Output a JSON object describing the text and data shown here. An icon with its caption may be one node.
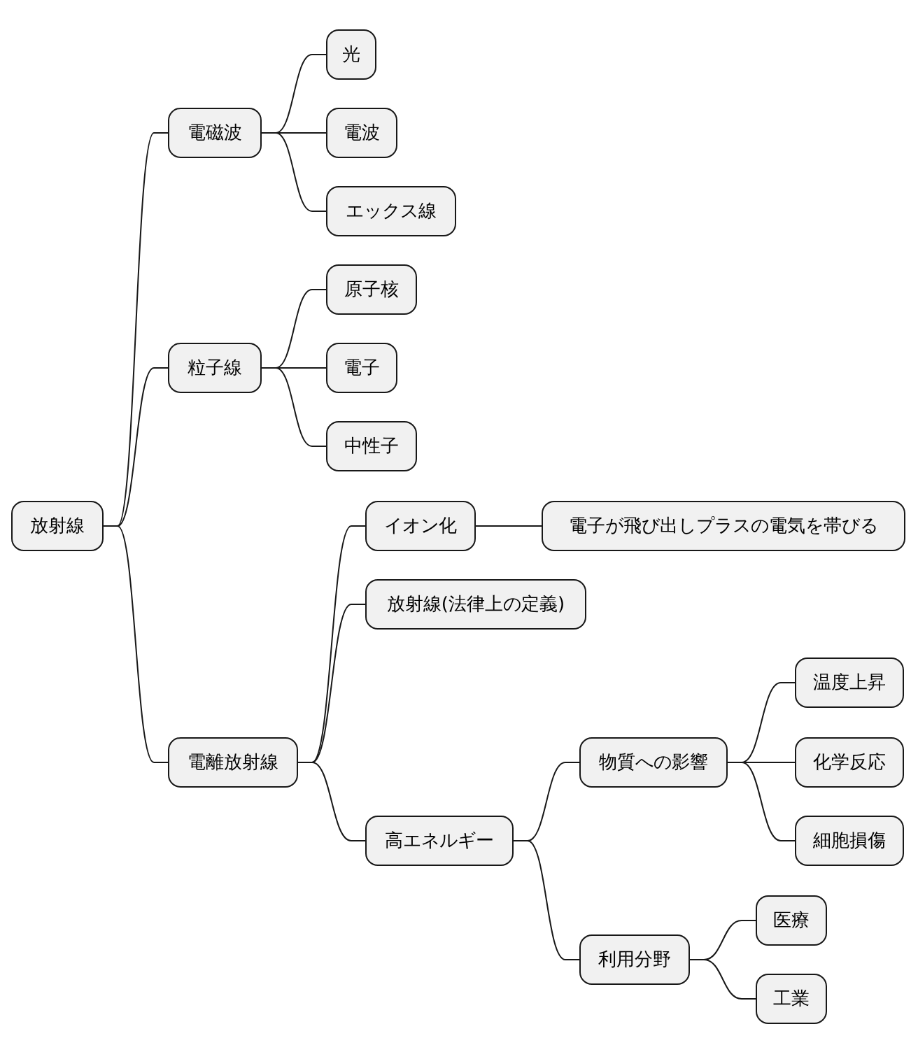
{
  "diagram": {
    "nodes": [
      {
        "text": [
          "放射線"
        ]
      },
      {
        "text": [
          "電磁波"
        ]
      },
      {
        "text": [
          "光"
        ]
      },
      {
        "text": [
          "電波"
        ]
      },
      {
        "text": [
          "エックス線"
        ]
      },
      {
        "text": [
          "粒子線"
        ]
      },
      {
        "text": [
          "原子核"
        ]
      },
      {
        "text": [
          "電子"
        ]
      },
      {
        "text": [
          "中性子"
        ]
      },
      {
        "text": [
          "電離放射線"
        ]
      },
      {
        "text": [
          "イオン化"
        ]
      },
      {
        "text": [
          "電子が飛び出しプラスの電気を帯びる"
        ]
      },
      {
        "text": [
          "放射線(法律上の定義)"
        ]
      },
      {
        "text": [
          "高エネルギー"
        ]
      },
      {
        "text": [
          "物質への影響"
        ]
      },
      {
        "text": [
          "温度上昇"
        ]
      },
      {
        "text": [
          "化学反応"
        ]
      },
      {
        "text": [
          "細胞損傷"
        ]
      },
      {
        "text": [
          "利用分野"
        ]
      },
      {
        "text": [
          "医療"
        ]
      },
      {
        "text": [
          "工業"
        ]
      }
    ],
    "edges": [
      {
        "from": 0,
        "to": 1,
        "arrow": "none"
      },
      {
        "from": 1,
        "to": 2,
        "arrow": "none"
      },
      {
        "from": 1,
        "to": 3,
        "arrow": "none"
      },
      {
        "from": 1,
        "to": 4,
        "arrow": "none"
      },
      {
        "from": 0,
        "to": 5,
        "arrow": "none"
      },
      {
        "from": 5,
        "to": 6,
        "arrow": "none"
      },
      {
        "from": 5,
        "to": 7,
        "arrow": "none"
      },
      {
        "from": 5,
        "to": 8,
        "arrow": "none"
      },
      {
        "from": 0,
        "to": 9,
        "arrow": "none"
      },
      {
        "from": 9,
        "to": 10,
        "arrow": "none"
      },
      {
        "from": 10,
        "to": 11,
        "arrow": "none"
      },
      {
        "from": 9,
        "to": 12,
        "arrow": "none"
      },
      {
        "from": 9,
        "to": 13,
        "arrow": "none"
      },
      {
        "from": 13,
        "to": 14,
        "arrow": "none"
      },
      {
        "from": 14,
        "to": 15,
        "arrow": "none"
      },
      {
        "from": 14,
        "to": 16,
        "arrow": "none"
      },
      {
        "from": 14,
        "to": 17,
        "arrow": "none"
      },
      {
        "from": 13,
        "to": 18,
        "arrow": "none"
      },
      {
        "from": 18,
        "to": 19,
        "arrow": "none"
      },
      {
        "from": 18,
        "to": 20,
        "arrow": "none"
      }
    ]
  }
}
